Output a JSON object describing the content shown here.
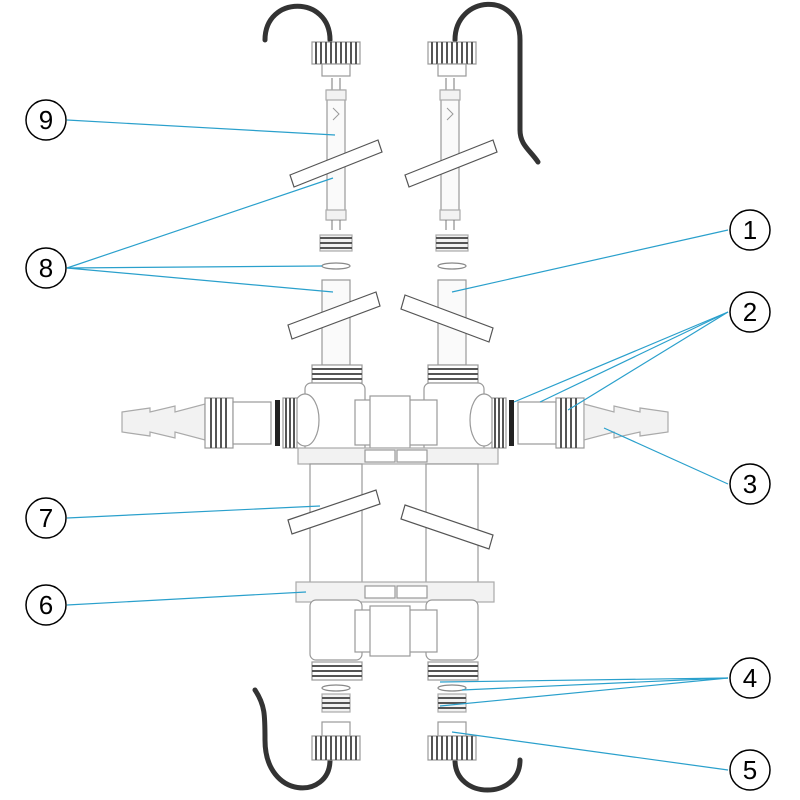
{
  "diagram": {
    "callouts": [
      {
        "id": "1",
        "label": "1"
      },
      {
        "id": "2",
        "label": "2"
      },
      {
        "id": "3",
        "label": "3"
      },
      {
        "id": "4",
        "label": "4"
      },
      {
        "id": "5",
        "label": "5"
      },
      {
        "id": "6",
        "label": "6"
      },
      {
        "id": "7",
        "label": "7"
      },
      {
        "id": "8",
        "label": "8"
      },
      {
        "id": "9",
        "label": "9"
      }
    ],
    "colors": {
      "leader": "#2aa0cc",
      "cable": "#333333",
      "outline": "#999999",
      "thread": "#555555"
    }
  }
}
